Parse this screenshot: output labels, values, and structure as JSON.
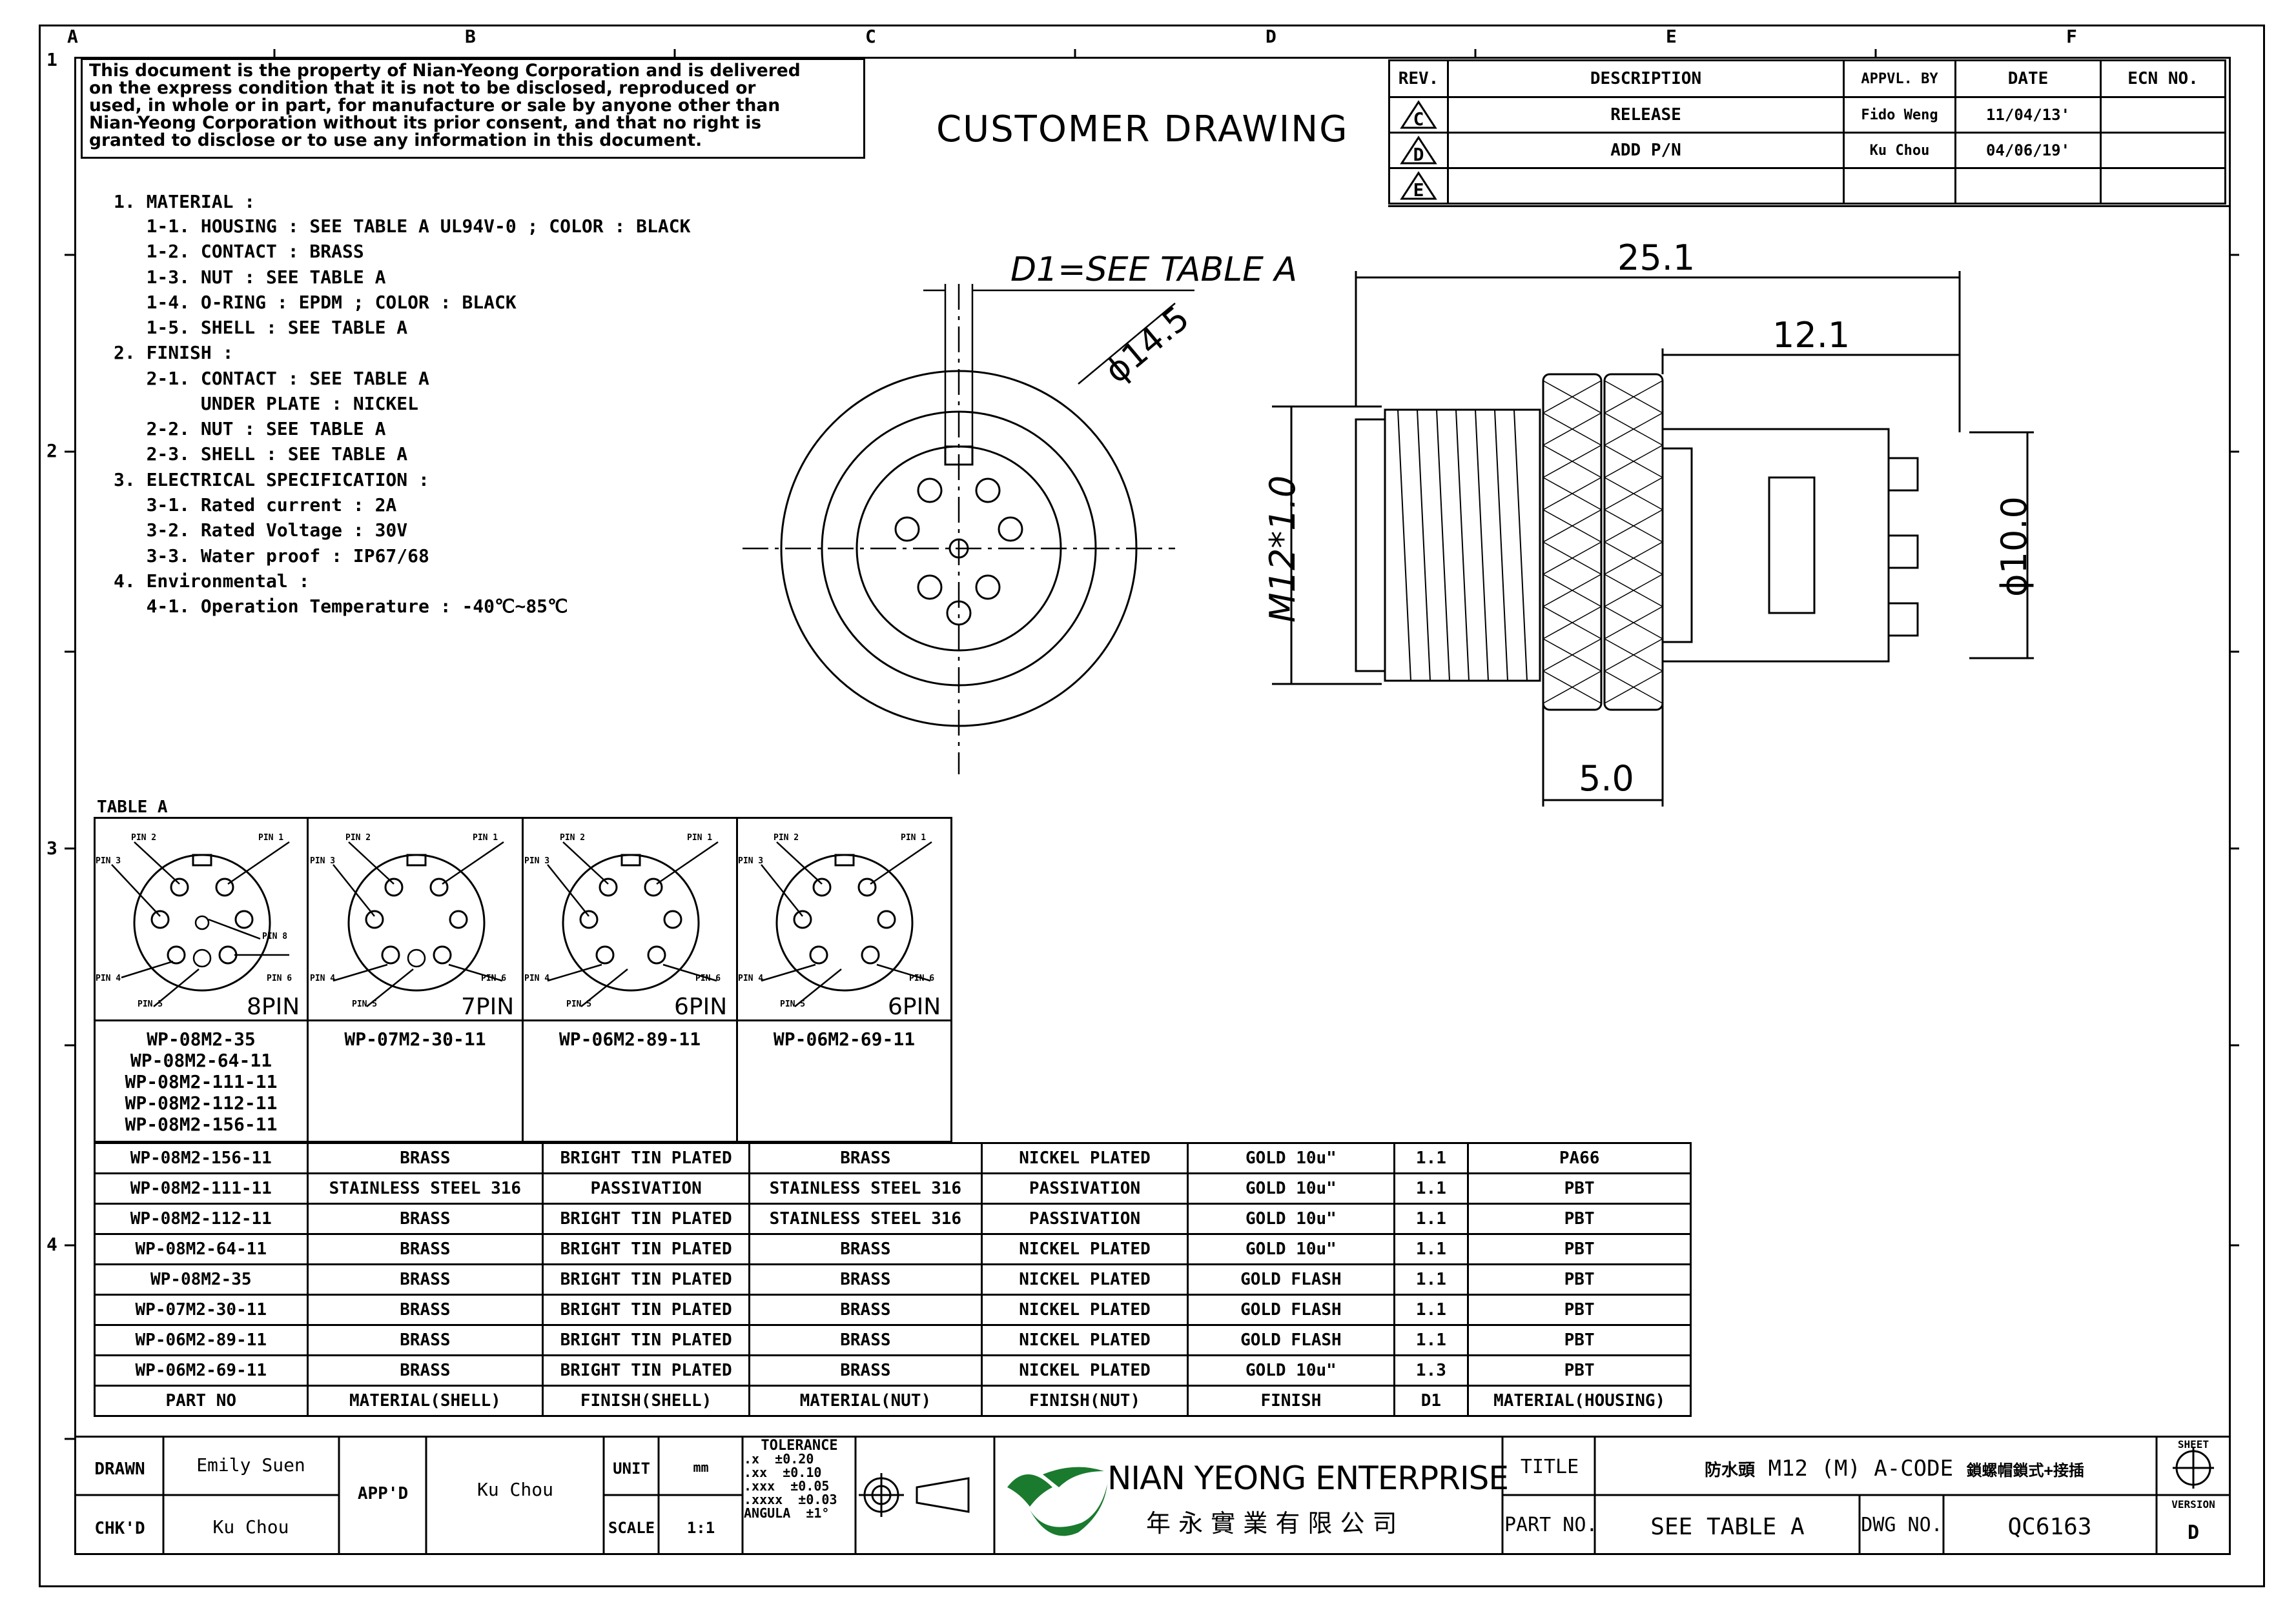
{
  "border": {
    "cols": [
      "A",
      "B",
      "C",
      "D",
      "E",
      "F"
    ],
    "rows": [
      "1",
      "2",
      "3",
      "4"
    ]
  },
  "disclaimer": [
    "This document is the property of Nian-Yeong Corporation and is delivered",
    "on the express condition that it is not to be disclosed, reproduced or",
    "used, in whole or in part, for manufacture or sale by anyone other than",
    "Nian-Yeong Corporation without its prior consent, and that no right is",
    "granted to disclose or to use any information in this document."
  ],
  "drawing_title": "CUSTOMER DRAWING",
  "revision": {
    "headers": [
      "REV.",
      "DESCRIPTION",
      "APPVL. BY",
      "DATE",
      "ECN NO."
    ],
    "rows": [
      {
        "rev": "C",
        "desc": "RELEASE",
        "by": "Fido Weng",
        "date": "11/04/13'",
        "ecn": ""
      },
      {
        "rev": "D",
        "desc": "ADD P/N",
        "by": "Ku Chou",
        "date": "04/06/19'",
        "ecn": ""
      },
      {
        "rev": "E",
        "desc": "",
        "by": "",
        "date": "",
        "ecn": ""
      }
    ]
  },
  "notes": [
    "1. MATERIAL :",
    "   1-1. HOUSING : SEE TABLE A UL94V-0 ; COLOR : BLACK",
    "   1-2. CONTACT : BRASS",
    "   1-3. NUT : SEE TABLE A",
    "   1-4. O-RING : EPDM ; COLOR : BLACK",
    "   1-5. SHELL : SEE TABLE A",
    "2. FINISH :",
    "   2-1. CONTACT : SEE TABLE A",
    "        UNDER PLATE : NICKEL",
    "   2-2. NUT : SEE TABLE A",
    "   2-3. SHELL : SEE TABLE A",
    "3. ELECTRICAL SPECIFICATION :",
    "   3-1. Rated current : 2A",
    "   3-2. Rated Voltage : 30V",
    "   3-3. Water proof : IP67/68",
    "4. Environmental :",
    "   4-1. Operation Temperature : -40℃~85℃"
  ],
  "dims": {
    "d1": "D1=SEE TABLE A",
    "dia14": "ϕ14.5",
    "len25": "25.1",
    "len12": "12.1",
    "m12": "M12*1.0",
    "dia10": "ϕ10.0",
    "len5": "5.0"
  },
  "table_a": {
    "label": "TABLE A",
    "pin_labels": {
      "p1": "PIN 1",
      "p2": "PIN 2",
      "p3": "PIN 3",
      "p4": "PIN 4",
      "p5": "PIN 5",
      "p6": "PIN 6",
      "p8": "PIN 8"
    },
    "configs": [
      {
        "pins": "8PIN",
        "parts": [
          "WP-08M2-35",
          "WP-08M2-64-11",
          "WP-08M2-111-11",
          "WP-08M2-112-11",
          "WP-08M2-156-11"
        ]
      },
      {
        "pins": "7PIN",
        "parts": [
          "WP-07M2-30-11"
        ]
      },
      {
        "pins": "6PIN",
        "parts": [
          "WP-06M2-89-11"
        ]
      },
      {
        "pins": "6PIN",
        "parts": [
          "WP-06M2-69-11"
        ]
      }
    ]
  },
  "spec_table": {
    "headers": [
      "PART NO",
      "MATERIAL(SHELL)",
      "FINISH(SHELL)",
      "MATERIAL(NUT)",
      "FINISH(NUT)",
      "FINISH",
      "D1",
      "MATERIAL(HOUSING)"
    ],
    "rows": [
      [
        "WP-08M2-156-11",
        "BRASS",
        "BRIGHT TIN PLATED",
        "BRASS",
        "NICKEL PLATED",
        "GOLD 10u\"",
        "1.1",
        "PA66"
      ],
      [
        "WP-08M2-111-11",
        "STAINLESS STEEL 316",
        "PASSIVATION",
        "STAINLESS STEEL 316",
        "PASSIVATION",
        "GOLD 10u\"",
        "1.1",
        "PBT"
      ],
      [
        "WP-08M2-112-11",
        "BRASS",
        "BRIGHT TIN PLATED",
        "STAINLESS STEEL 316",
        "PASSIVATION",
        "GOLD 10u\"",
        "1.1",
        "PBT"
      ],
      [
        "WP-08M2-64-11",
        "BRASS",
        "BRIGHT TIN PLATED",
        "BRASS",
        "NICKEL PLATED",
        "GOLD 10u\"",
        "1.1",
        "PBT"
      ],
      [
        "WP-08M2-35",
        "BRASS",
        "BRIGHT TIN PLATED",
        "BRASS",
        "NICKEL PLATED",
        "GOLD FLASH",
        "1.1",
        "PBT"
      ],
      [
        "WP-07M2-30-11",
        "BRASS",
        "BRIGHT TIN PLATED",
        "BRASS",
        "NICKEL PLATED",
        "GOLD FLASH",
        "1.1",
        "PBT"
      ],
      [
        "WP-06M2-89-11",
        "BRASS",
        "BRIGHT TIN PLATED",
        "BRASS",
        "NICKEL PLATED",
        "GOLD FLASH",
        "1.1",
        "PBT"
      ],
      [
        "WP-06M2-69-11",
        "BRASS",
        "BRIGHT TIN PLATED",
        "BRASS",
        "NICKEL PLATED",
        "GOLD 10u\"",
        "1.3",
        "PBT"
      ]
    ]
  },
  "title_block": {
    "drawn_label": "DRAWN",
    "drawn": "Emily Suen",
    "chkd_label": "CHK'D",
    "chkd": "Ku Chou",
    "appd_label": "APP'D",
    "appd": "Ku Chou",
    "unit_label": "UNIT",
    "unit": "mm",
    "scale_label": "SCALE",
    "scale": "1:1",
    "tol_title": "TOLERANCE",
    "tol": [
      ".x  ±0.20",
      ".xx  ±0.10",
      ".xxx  ±0.05",
      ".xxxx  ±0.03",
      "ANGULA  ±1°"
    ],
    "company": "NIAN YEONG ENTERPRISE",
    "company_cn": "年 永 實 業 有 限 公 司",
    "title_label": "TITLE",
    "title_cn1": "防水頭",
    "title_mid": "M12 (M) A-CODE",
    "title_cn2": "鎖螺帽鎖式+接插",
    "partno_label": "PART NO.",
    "partno": "SEE TABLE A",
    "dwgno_label": "DWG NO.",
    "dwgno": "QC6163",
    "sheet_label": "SHEET",
    "version_label": "VERSION",
    "version": "D"
  }
}
